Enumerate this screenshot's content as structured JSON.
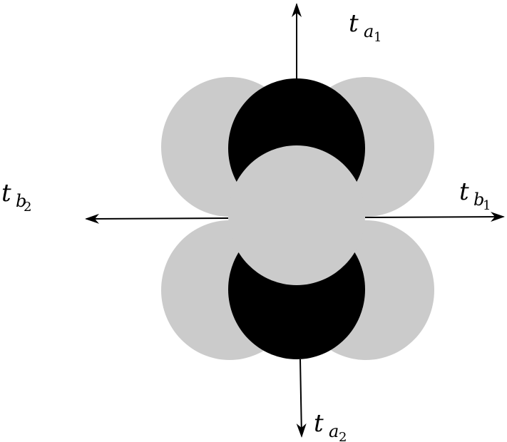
{
  "colors": {
    "background": "#ffffff",
    "light_disc": "#cbcbcb",
    "dark_disc": "#000000",
    "arrow": "#000000"
  },
  "labels": {
    "top": {
      "base": "t",
      "sub": "a",
      "subsub": "1"
    },
    "bottom": {
      "base": "t",
      "sub": "a",
      "subsub": "2"
    },
    "right": {
      "base": "t",
      "sub": "b",
      "subsub": "1"
    },
    "left": {
      "base": "t",
      "sub": "b",
      "subsub": "2"
    }
  }
}
